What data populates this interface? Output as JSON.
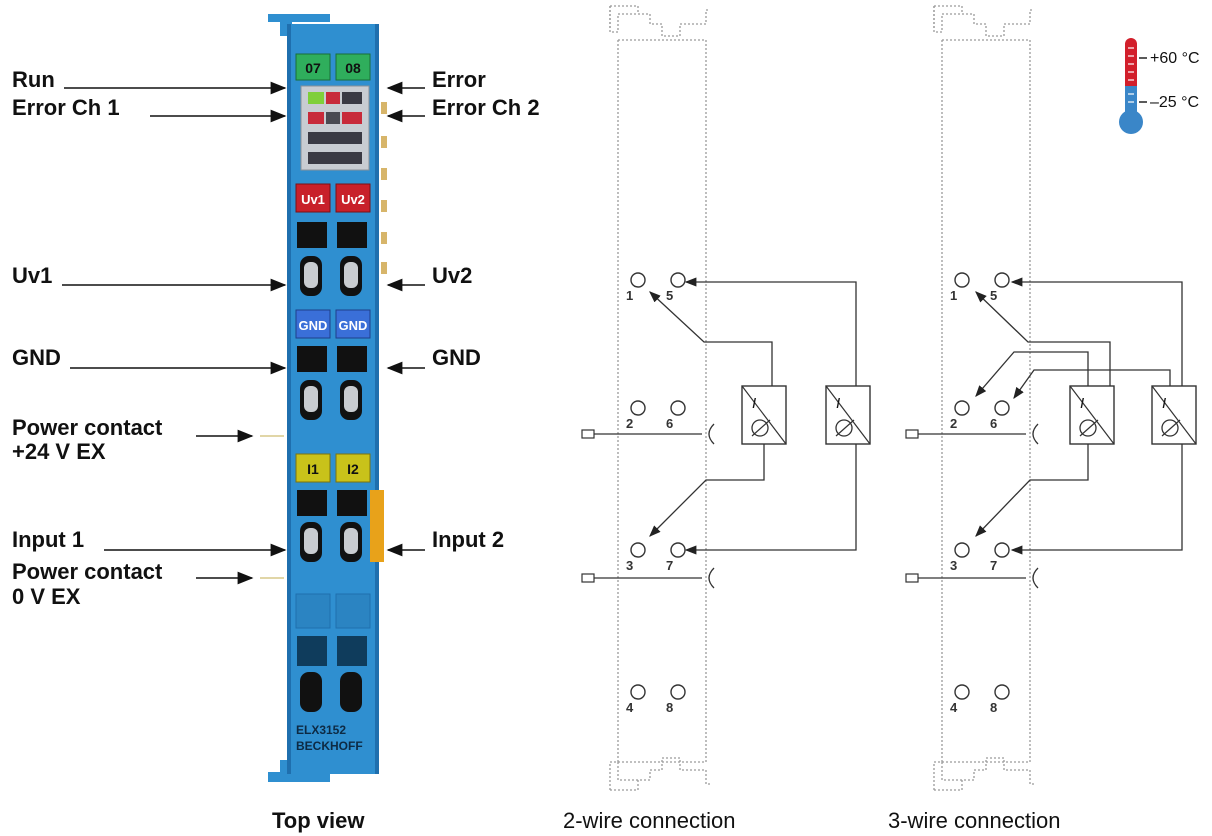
{
  "colors": {
    "module_blue": "#2f8fd0",
    "module_dark": "#1f6fae",
    "channel_green": "#2fae5c",
    "uv_red": "#c8202a",
    "gnd_blue": "#3a6fd8",
    "input_yellow": "#c9c21a",
    "orange_tab": "#e8a21a",
    "thermo_red": "#d21f2b",
    "thermo_blue": "#3a86c8"
  },
  "module": {
    "channel_tags": [
      "07",
      "08"
    ],
    "uv_tags": [
      "Uv1",
      "Uv2"
    ],
    "gnd_tags": [
      "GND",
      "GND"
    ],
    "input_tags": [
      "I1",
      "I2"
    ],
    "model": "ELX3152",
    "brand": "BECKHOFF"
  },
  "left_labels": [
    {
      "text": "Run"
    },
    {
      "text": "Error Ch 1"
    },
    {
      "text": "Uv1"
    },
    {
      "text": "GND"
    },
    {
      "text": "Power contact"
    },
    {
      "text": "+24 V EX"
    },
    {
      "text": "Input 1"
    },
    {
      "text": "Power contact"
    },
    {
      "text": "0 V EX"
    }
  ],
  "right_labels": [
    {
      "text": "Error"
    },
    {
      "text": "Error Ch 2"
    },
    {
      "text": "Uv2"
    },
    {
      "text": "GND"
    },
    {
      "text": "Input 2"
    }
  ],
  "captions": {
    "top_view": "Top view",
    "two_wire": "2-wire connection",
    "three_wire": "3-wire connection"
  },
  "temperature": {
    "max": "+60 °C",
    "min": "–25 °C"
  },
  "terminal_numbers": [
    "1",
    "2",
    "3",
    "4",
    "5",
    "6",
    "7",
    "8"
  ]
}
